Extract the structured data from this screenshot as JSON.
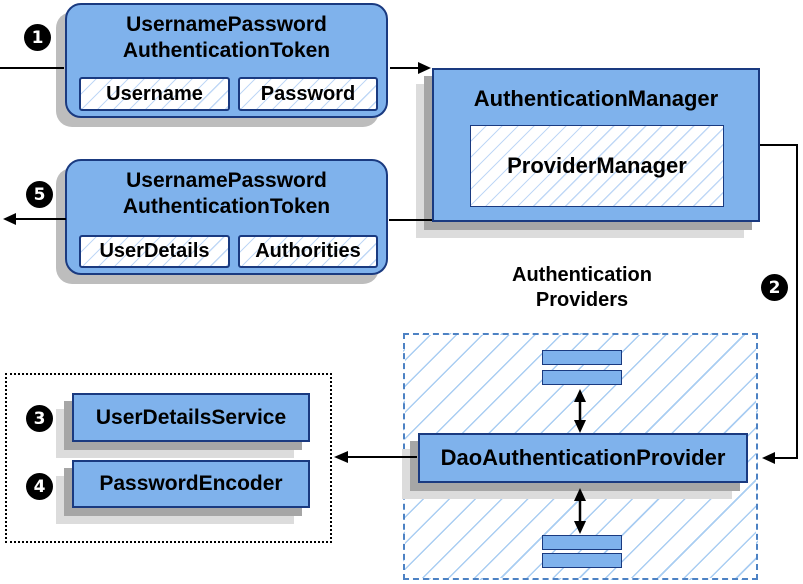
{
  "steps": [
    "1",
    "2",
    "3",
    "4",
    "5"
  ],
  "nodes": {
    "token_request": {
      "title_line1": "UsernamePassword",
      "title_line2": "AuthenticationToken",
      "fields": [
        "Username",
        "Password"
      ]
    },
    "authentication_manager": {
      "title": "AuthenticationManager",
      "inner": "ProviderManager"
    },
    "token_response": {
      "title_line1": "UsernamePassword",
      "title_line2": "AuthenticationToken",
      "fields": [
        "UserDetails",
        "Authorities"
      ]
    },
    "authentication_providers_label": {
      "line1": "Authentication",
      "line2": "Providers"
    },
    "dao_authentication_provider": {
      "title": "DaoAuthenticationProvider"
    },
    "user_details_service": {
      "title": "UserDetailsService"
    },
    "password_encoder": {
      "title": "PasswordEncoder"
    }
  },
  "colors": {
    "node_fill": "#7fb2ec",
    "node_border": "#1a3a80",
    "hatch_line_large": "#a9cdf2",
    "hatch_line_small": "#c0d8f6",
    "dashed_border": "#4d82c4",
    "dotted_border": "#000000",
    "shadow_dark": "#a6a6a6",
    "shadow_light": "#dcdcdc",
    "rounded_shadow": "#bdbdbd",
    "badge_bg": "#000000",
    "badge_fg": "#ffffff",
    "connector": "#000000",
    "background": "#ffffff"
  }
}
